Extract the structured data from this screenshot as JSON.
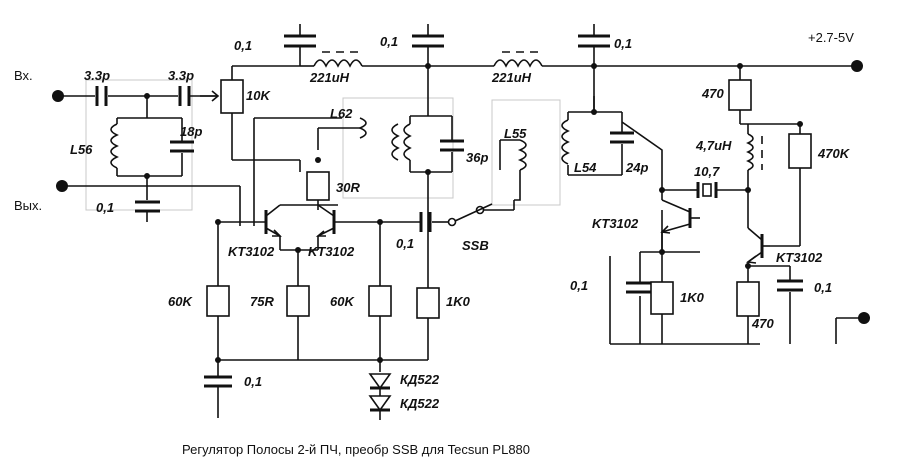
{
  "caption": "Регулятор Полосы 2-й ПЧ, преобр SSB для  Tecsun PL880",
  "terminals": {
    "input": "Вх.",
    "output": "Вых.",
    "supply": "+2.7-5V"
  },
  "components": {
    "c_in1": "3.3p",
    "c_in2": "3.3p",
    "c_18p": "18p",
    "c_out": "0,1",
    "l56": "L56",
    "pot_10k": "10K",
    "c_top1": "0,1",
    "c_top2": "0,1",
    "c_top3": "0,1",
    "l_221a": "221uH",
    "l_221b": "221uH",
    "l62": "L62",
    "r_30": "30R",
    "c_36p": "36p",
    "l55": "L55",
    "l54": "L54",
    "c_24p": "24p",
    "q1": "KT3102",
    "q2": "KT3102",
    "c_couple": "0,1",
    "ssb_switch": "SSB",
    "r_60k_a": "60K",
    "r_75": "75R",
    "r_60k_b": "60K",
    "r_1k0_a": "1K0",
    "c_bot": "0,1",
    "d1": "КД522",
    "d2": "КД522",
    "r_470_top": "470",
    "l_4_7": "4,7uH",
    "r_470k": "470K",
    "xtal": "10,7",
    "q3": "KT3102",
    "q4": "KT3102",
    "c_q3e": "0,1",
    "r_1k0_b": "1K0",
    "r_470_bot": "470",
    "c_q4e": "0,1"
  }
}
